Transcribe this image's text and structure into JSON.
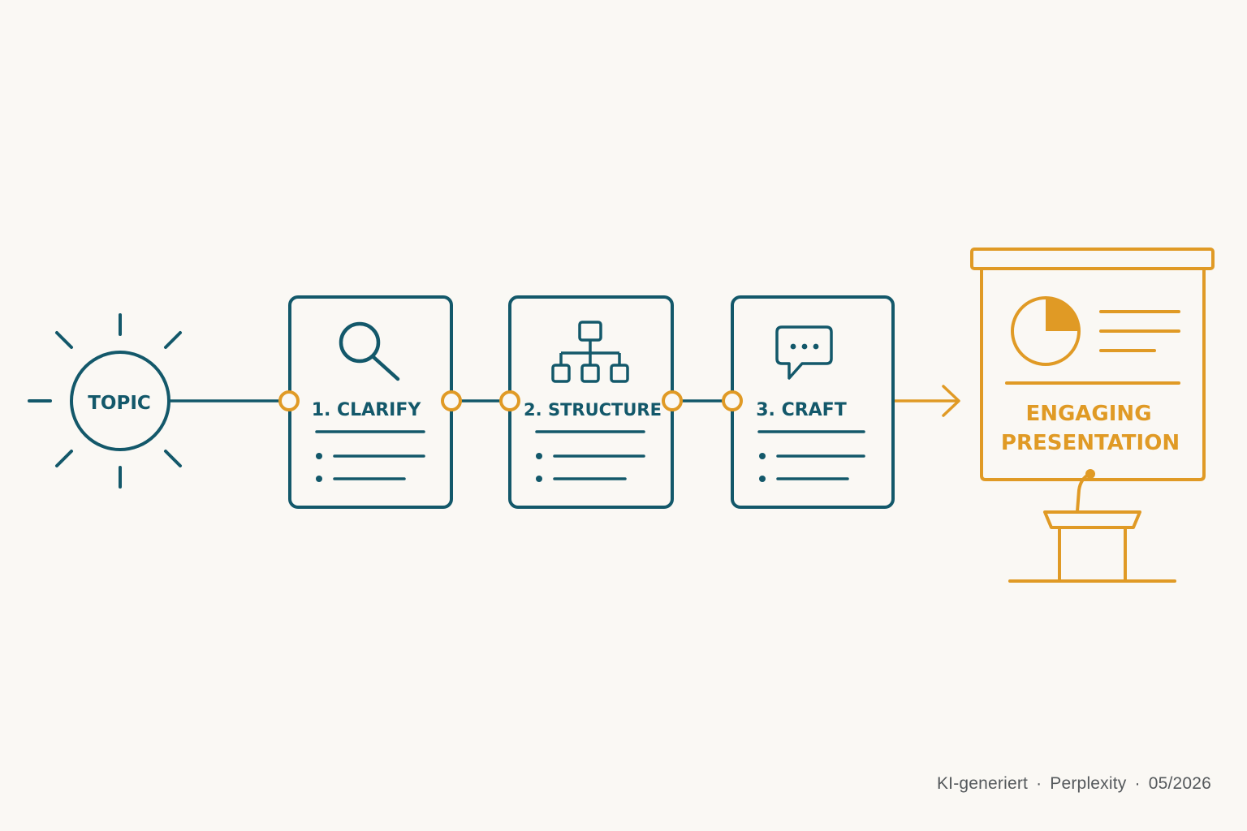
{
  "colors": {
    "background": "#faf8f4",
    "primary": "#13586a",
    "accent": "#e09a25",
    "footer_text": "#55595c"
  },
  "diagram": {
    "start": {
      "label": "TOPIC",
      "icon": "sun-icon"
    },
    "steps": [
      {
        "label": "1. CLARIFY",
        "icon": "magnifier-icon"
      },
      {
        "label": "2. STRUCTURE",
        "icon": "hierarchy-icon"
      },
      {
        "label": "3. CRAFT",
        "icon": "chat-bubble-icon"
      }
    ],
    "result": {
      "line1": "ENGAGING",
      "line2": "PRESENTATION",
      "icon": "presentation-board-icon"
    }
  },
  "footer": {
    "part1": "KI-generiert",
    "part2": "Perplexity",
    "part3": "05/2026",
    "separator": "·"
  }
}
